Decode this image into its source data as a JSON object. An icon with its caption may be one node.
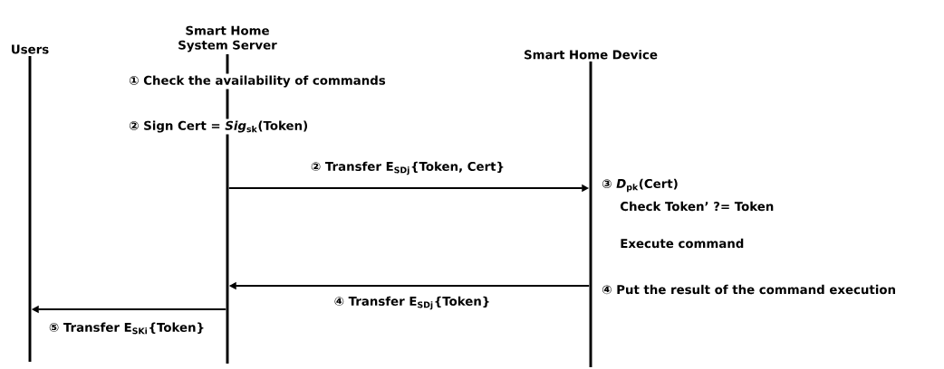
{
  "diagram": {
    "nodes": [
      {
        "text": [
          "Users"
        ]
      },
      {
        "text": [
          "Smart Home System Server"
        ]
      },
      {
        "text": [
          "Smart Home Device"
        ]
      }
    ],
    "edges": [
      {
        "from": 1,
        "to": 2,
        "arrow": "to",
        "label": "② Transfer E$_{SDj}${Token, Cert}"
      },
      {
        "from": 2,
        "to": 1,
        "arrow": "to",
        "label": "④ Transfer E$_{SDj}${Token}"
      },
      {
        "from": 1,
        "to": 0,
        "arrow": "to",
        "label": "⑤ Transfer E$_{SKi}${Token}"
      }
    ],
    "labels": [
      "① Check the availability of commands",
      "② Sign Cert = *Sig*$_{sk}$(Token)",
      "③ *D*$_{pk}$(Cert)",
      "Check Token’ ?= Token",
      "Execute command",
      "④ Put the result of the command execution"
    ]
  }
}
